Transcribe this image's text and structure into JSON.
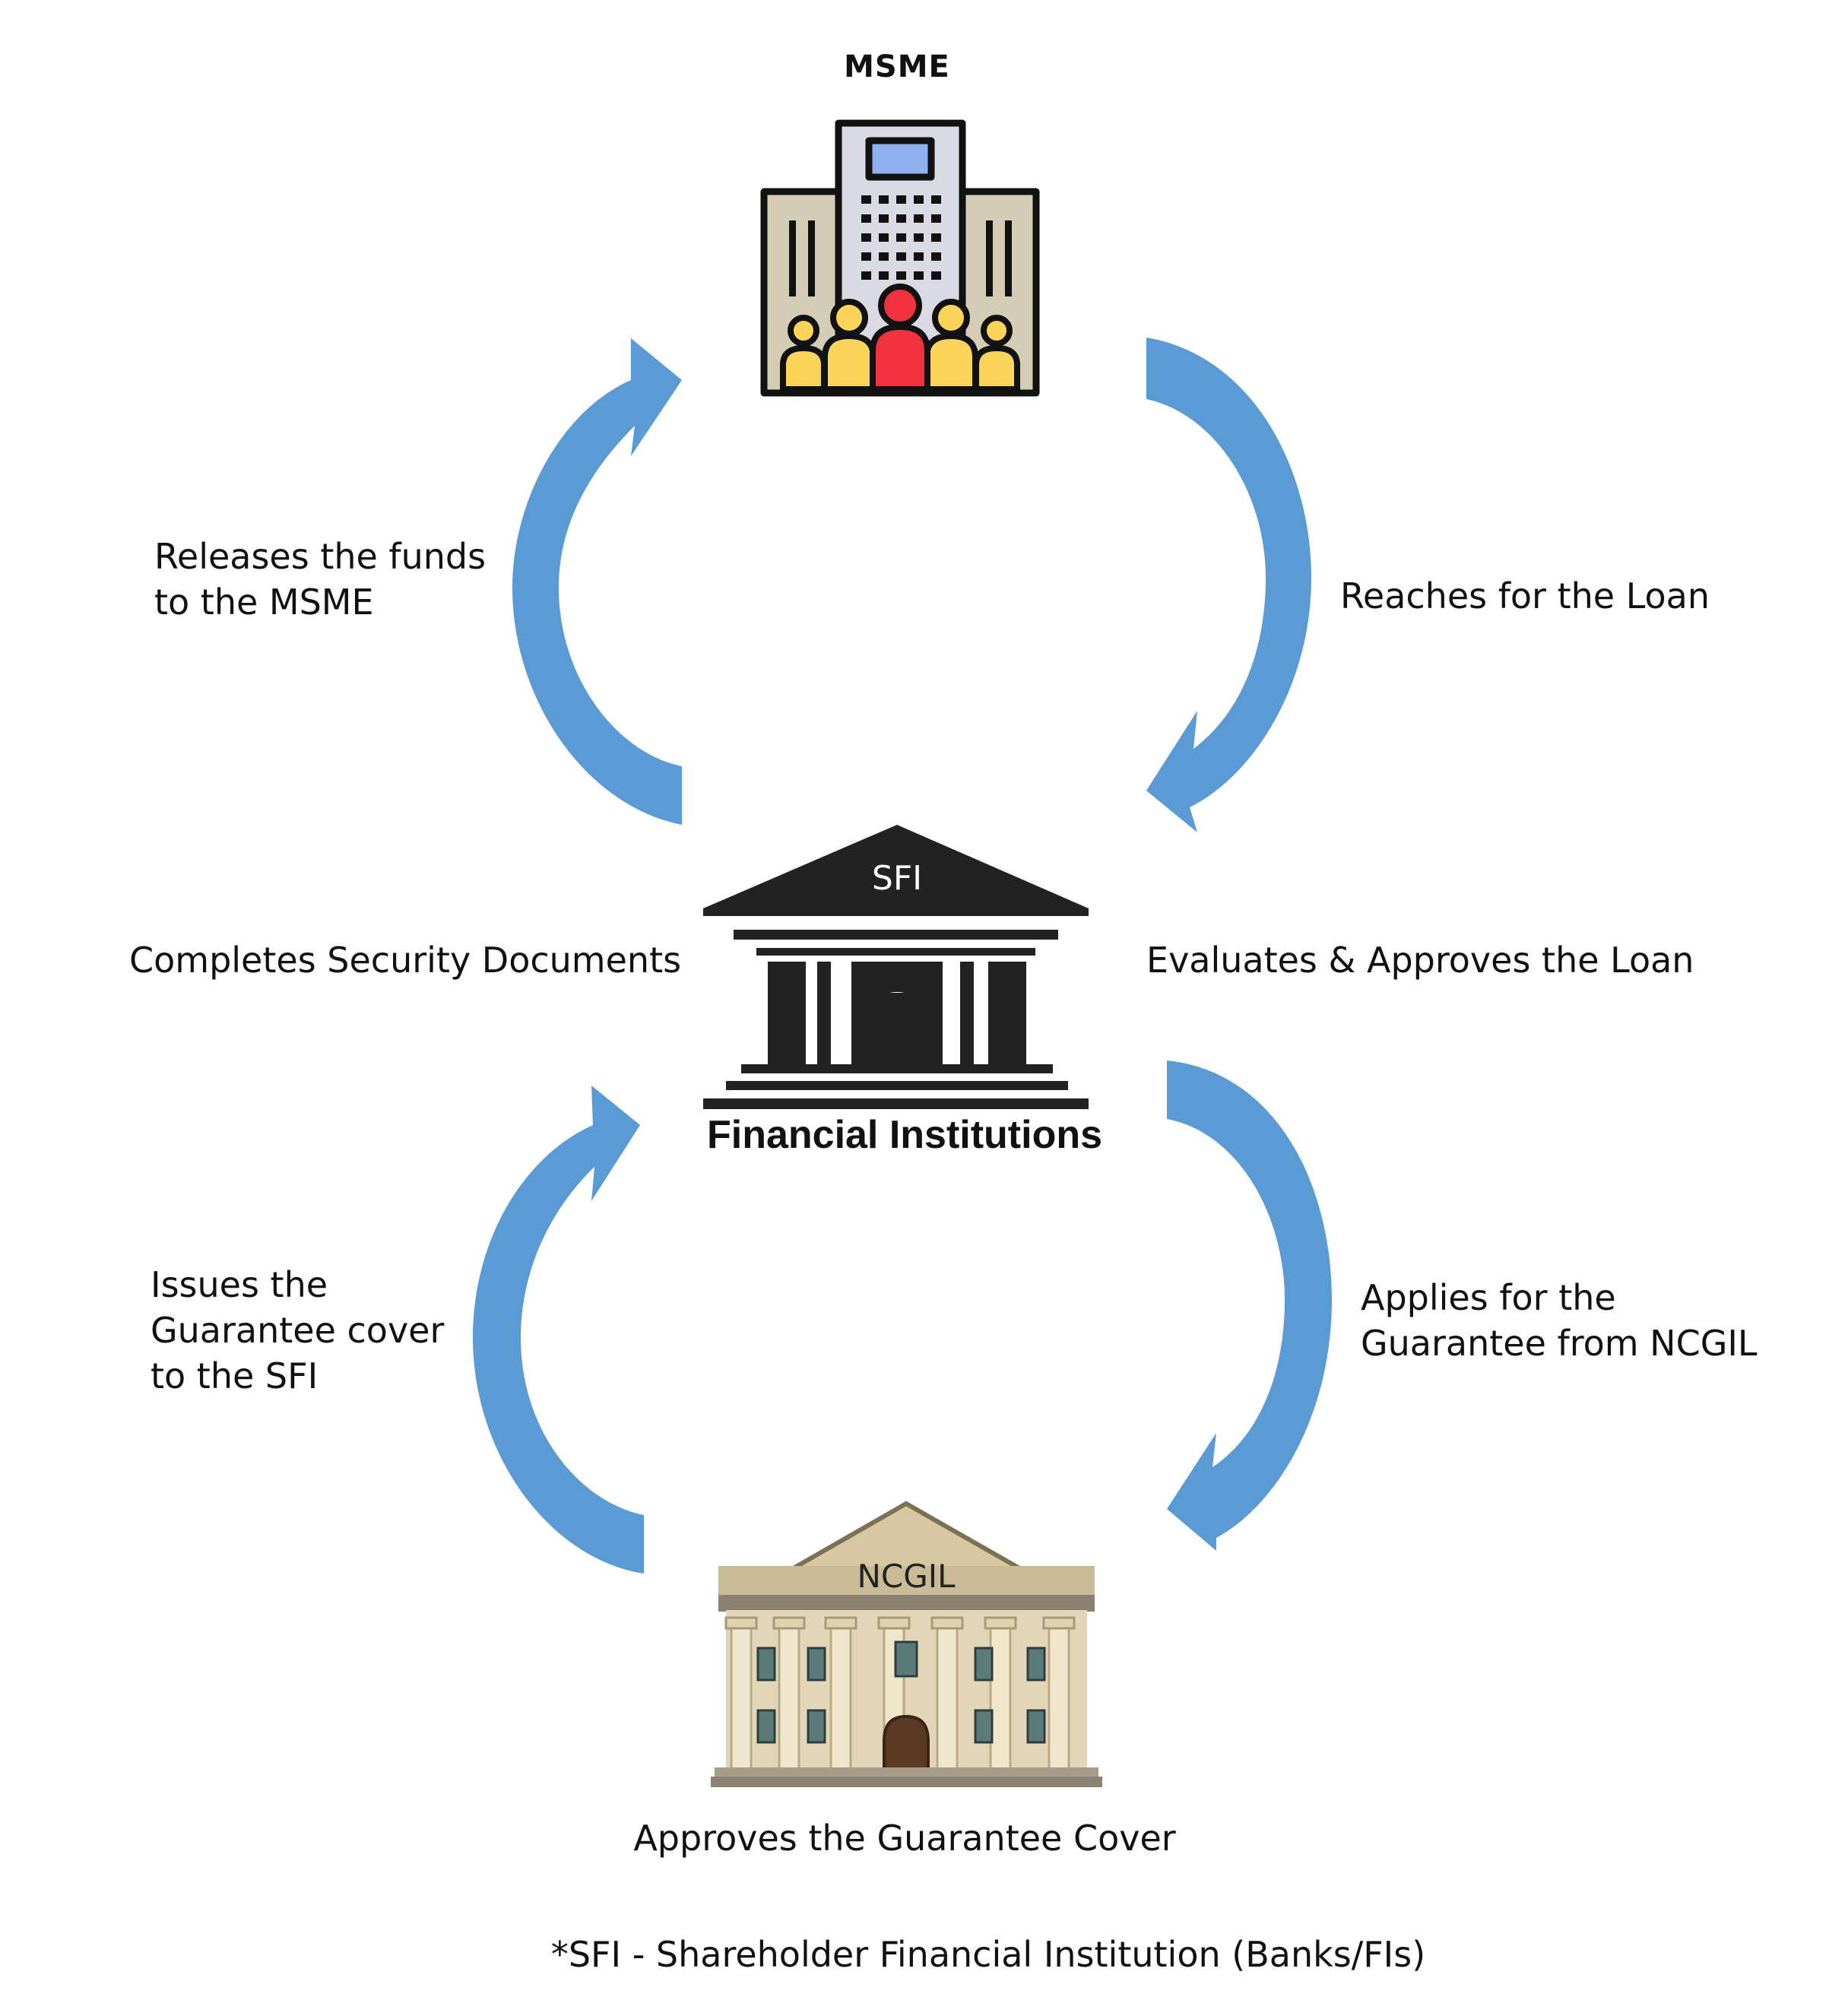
{
  "colors": {
    "arrow": "#5b9bd5",
    "bank_fill": "#222222",
    "ncgil_wall": "#e2d6b8",
    "msme_person_red": "#f0323f",
    "msme_person_yellow": "#fbd45a"
  },
  "msme": {
    "title": "MSME",
    "icon": "office-building-with-people-icon"
  },
  "sfi": {
    "pediment_label": "SFI",
    "caption": "Financial Institutions",
    "icon": "bank-building-icon"
  },
  "ncgil": {
    "pediment_label": "NCGIL",
    "caption": "Approves the Guarantee Cover",
    "icon": "classical-building-icon"
  },
  "steps": {
    "reaches": [
      "Reaches for the Loan"
    ],
    "evaluates": [
      "Evaluates & Approves the Loan"
    ],
    "applies": [
      "Applies for the",
      "Guarantee from NCGIL"
    ],
    "issues": [
      "Issues the",
      "Guarantee cover",
      "to the SFI"
    ],
    "completes": [
      "Completes Security Documents"
    ],
    "releases": [
      "Releases the funds",
      "to the MSME"
    ]
  },
  "footnote": "*SFI - Shareholder Financial Institution (Banks/FIs)"
}
